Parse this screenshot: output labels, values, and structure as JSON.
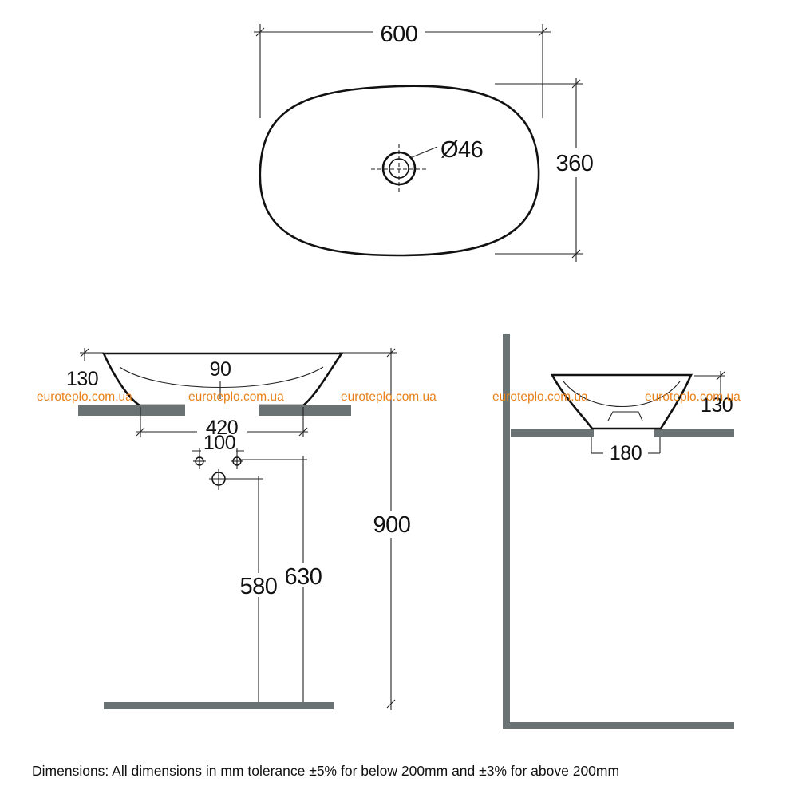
{
  "dimensions": {
    "width": "600",
    "depth": "360",
    "waste": "Ø46",
    "bowl_height_front": "130",
    "bowl_height_side": "130",
    "inner": "90",
    "base_width": "420",
    "tap_spacing": "100",
    "waste_height": "580",
    "tap_height": "630",
    "counter_height": "900",
    "side_base": "180"
  },
  "watermark": "euroteplo.com.ua",
  "caption": "Dimensions: All dimensions in mm tolerance ±5% for below 200mm and ±3% for above 200mm",
  "colors": {
    "line": "#111111",
    "shelf": "#6b7273",
    "watermark": "#e8811a"
  }
}
